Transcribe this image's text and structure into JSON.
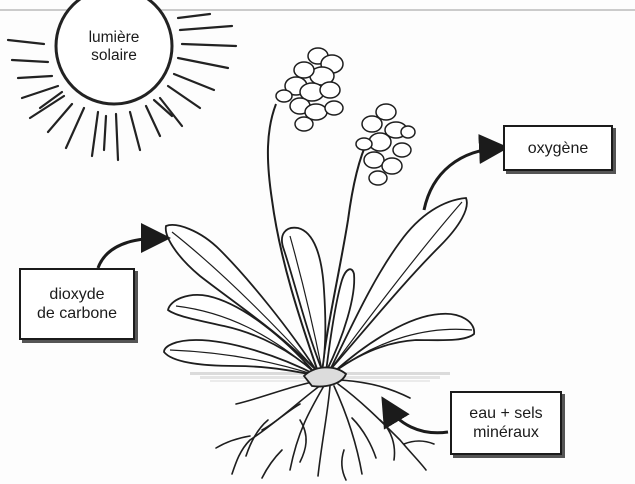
{
  "sun": {
    "line1": "lumière",
    "line2": "solaire"
  },
  "labels": {
    "oxygen": "oxygène",
    "co2_line1": "dioxyde",
    "co2_line2": "de carbone",
    "water_line1": "eau + sels",
    "water_line2": "minéraux"
  }
}
